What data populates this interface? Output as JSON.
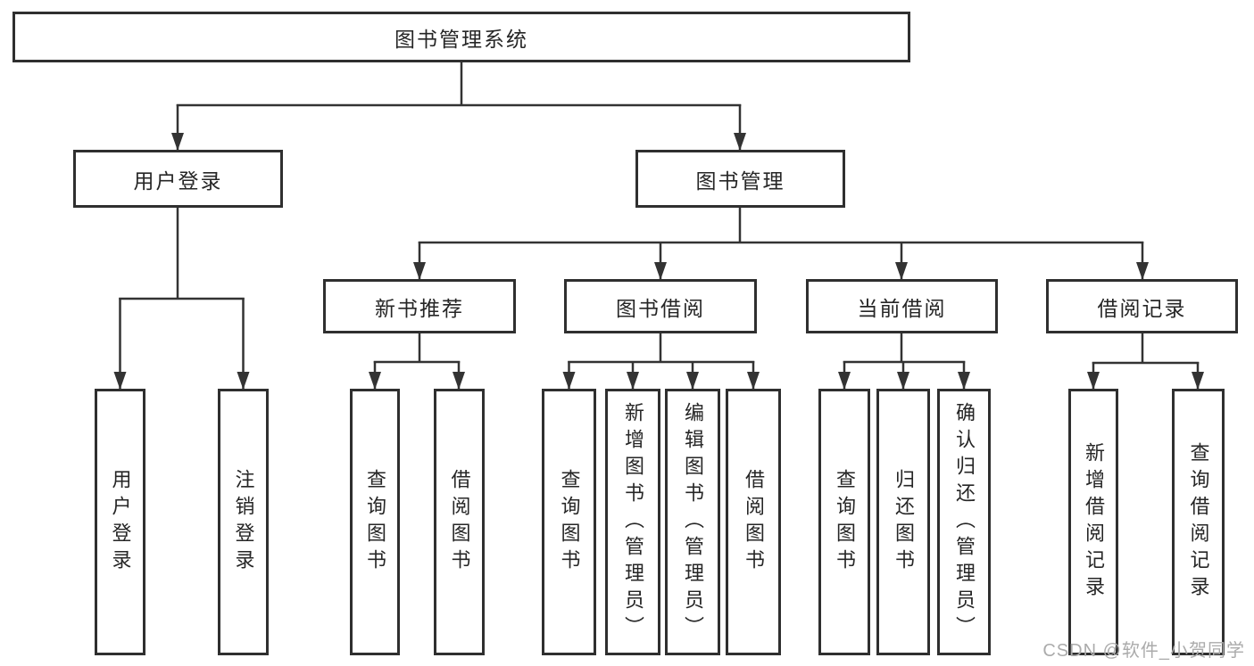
{
  "diagram": {
    "root": {
      "label": "图书管理系统"
    },
    "login_branch": {
      "label": "用户登录",
      "children": [
        "用户登录",
        "注销登录"
      ]
    },
    "mgmt_branch": {
      "label": "图书管理",
      "modules": [
        {
          "label": "新书推荐",
          "children": [
            "查询图书",
            "借阅图书"
          ]
        },
        {
          "label": "图书借阅",
          "children": [
            "查询图书",
            "新增图书（管理员）",
            "编辑图书（管理员）",
            "借阅图书"
          ]
        },
        {
          "label": "当前借阅",
          "children": [
            "查询图书",
            "归还图书",
            "确认归还（管理员）"
          ]
        },
        {
          "label": "借阅记录",
          "children": [
            "新增借阅记录",
            "查询借阅记录"
          ]
        }
      ]
    },
    "watermark": "CSDN @软件_小贺同学"
  },
  "colors": {
    "line": "#333333",
    "box_border": "#2f2f2f",
    "text": "#262626",
    "background": "#ffffff",
    "watermark": "#ababab"
  }
}
